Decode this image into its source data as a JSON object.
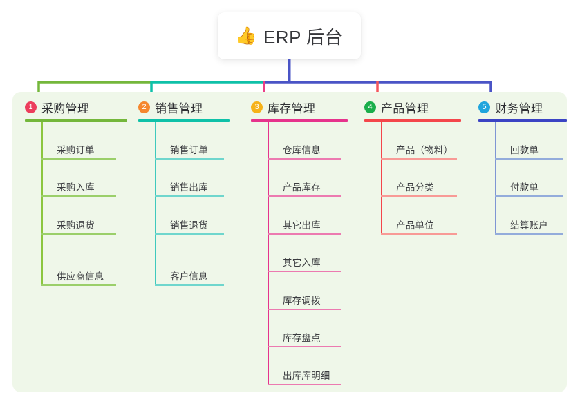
{
  "diagram": {
    "type": "tree-mindmap",
    "background_color": "#ffffff",
    "panel_color": "#eff7e9",
    "root": {
      "icon": "thumbs-up-emoji",
      "emoji": "👍",
      "title": "ERP 后台"
    },
    "trunk_color": "#4a54c6",
    "columns": [
      {
        "number": "1",
        "title": "采购管理",
        "badge_color": "#ec3d5c",
        "rule_color": "#74b73b",
        "stem_color": "#8cc63f",
        "item_rule_color": "#9bcf6a",
        "connector_color": "#74b73b",
        "items": [
          "采购订单",
          "采购入库",
          "采购退货",
          "供应商信息"
        ]
      },
      {
        "number": "2",
        "title": "销售管理",
        "badge_color": "#f5872e",
        "rule_color": "#0fc1a8",
        "stem_color": "#3fc9bd",
        "item_rule_color": "#6fd6cd",
        "connector_color": "#0fc1a8",
        "items": [
          "销售订单",
          "销售出库",
          "销售退货",
          "客户信息"
        ]
      },
      {
        "number": "3",
        "title": "库存管理",
        "badge_color": "#f6b219",
        "rule_color": "#e6338c",
        "stem_color": "#e6338c",
        "item_rule_color": "#ec7ab0",
        "connector_color": "#ec3f86",
        "items": [
          "仓库信息",
          "产品库存",
          "其它出库",
          "其它入库",
          "库存调拨",
          "库存盘点",
          "出库库明细"
        ]
      },
      {
        "number": "4",
        "title": "产品管理",
        "badge_color": "#1aae4b",
        "rule_color": "#f4464b",
        "stem_color": "#f4464b",
        "item_rule_color": "#f89a96",
        "connector_color": "#f4565a",
        "items": [
          "产品（物料）",
          "产品分类",
          "产品单位"
        ]
      },
      {
        "number": "5",
        "title": "财务管理",
        "badge_color": "#1fa5dd",
        "rule_color": "#3b44c4",
        "stem_color": "#7f96d4",
        "item_rule_color": "#93acdb",
        "connector_color": "#4a54c6",
        "items": [
          "回款单",
          "付款单",
          "结算账户"
        ]
      }
    ]
  }
}
